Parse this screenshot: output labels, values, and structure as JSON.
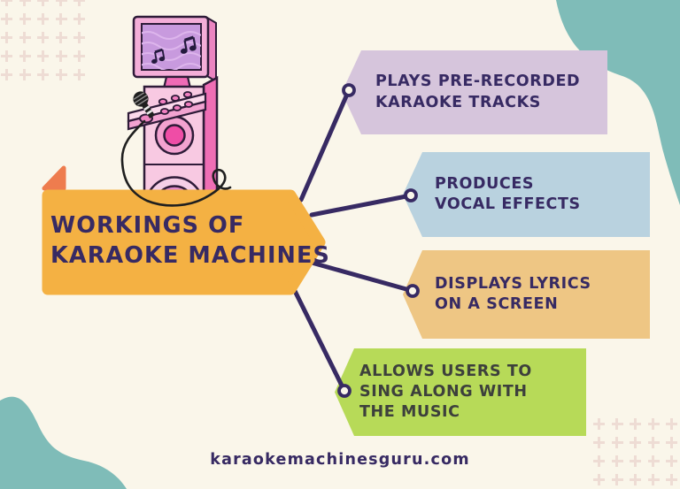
{
  "colors": {
    "background": "#faf6ea",
    "ink": "#372a63",
    "banner": "#f4b143",
    "banner_fold": "#ee7c4e",
    "teal": "#7fbcb8",
    "plus": "#eedcd4",
    "connector": "#372a63",
    "green_ink": "#3d403c"
  },
  "title": {
    "lines": [
      "WORKINGS OF",
      "KARAOKE MACHINES"
    ]
  },
  "features": [
    {
      "lines": [
        "PLAYS PRE-RECORDED",
        "KARAOKE TRACKS",
        ""
      ],
      "color": "#d6c5dc",
      "text_color": "#372a63"
    },
    {
      "lines": [
        "PRODUCES",
        "VOCAL EFFECTS",
        ""
      ],
      "color": "#b9d2df",
      "text_color": "#372a63"
    },
    {
      "lines": [
        "DISPLAYS LYRICS",
        "ON A SCREEN",
        ""
      ],
      "color": "#eec684",
      "text_color": "#372a63"
    },
    {
      "lines": [
        "ALLOWS USERS TO",
        "SING ALONG WITH",
        "THE MUSIC"
      ],
      "color": "#b7da58",
      "text_color": "#3d403c"
    }
  ],
  "footer": {
    "website": "karaokemachinesguru.com"
  },
  "illustration": {
    "subject": "pink karaoke machine with monitor, microphone and speakers"
  }
}
